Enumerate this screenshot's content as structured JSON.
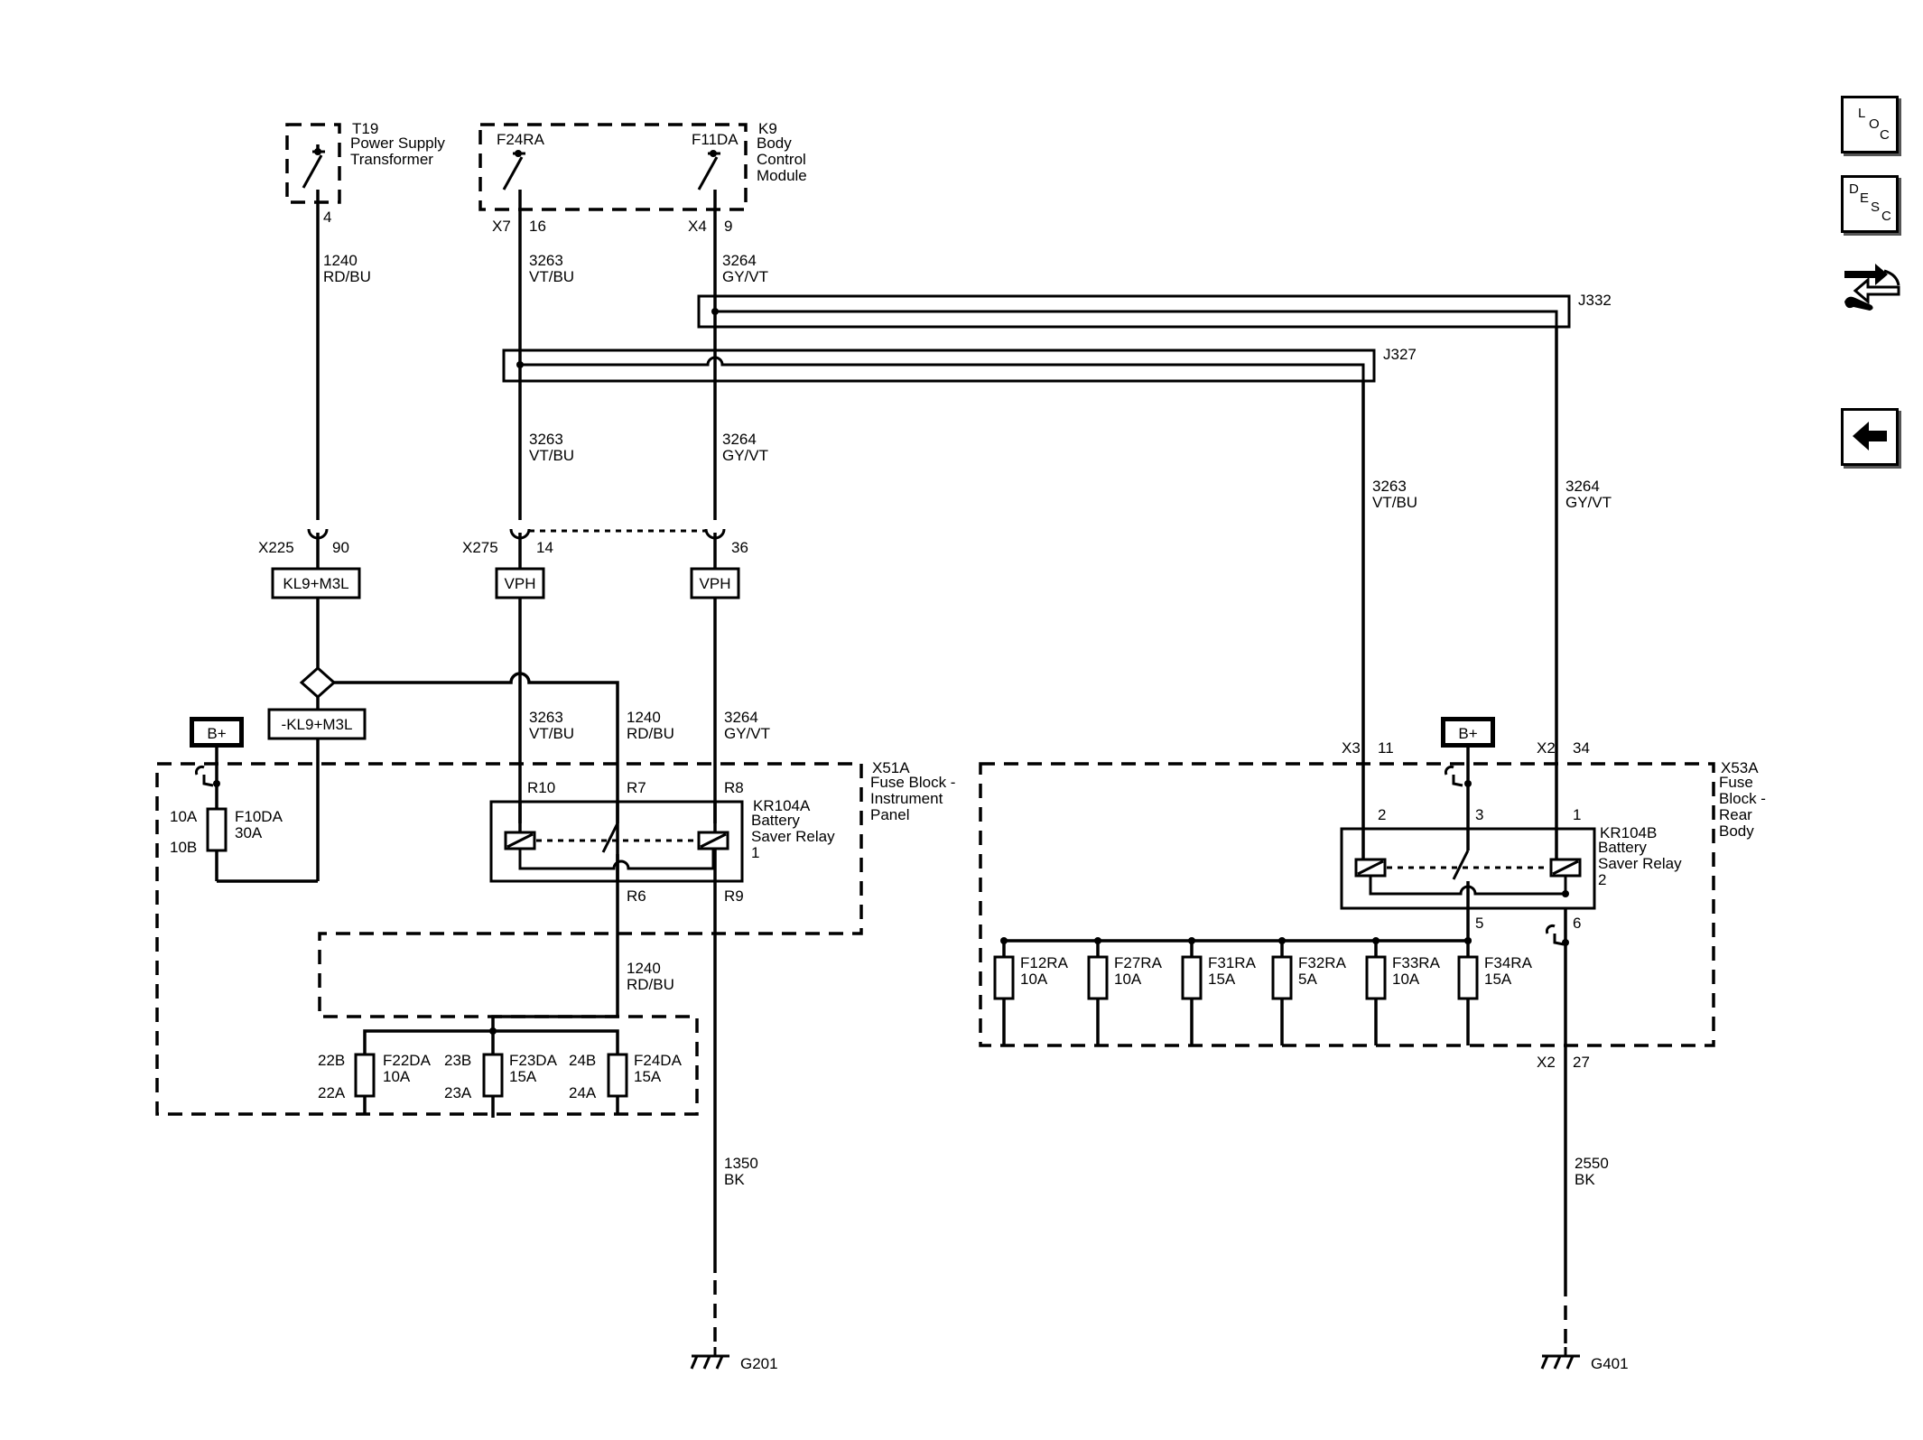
{
  "components": {
    "t19": {
      "ref": "T19",
      "name": "Power Supply Transformer",
      "pin": "4"
    },
    "k9": {
      "ref": "K9",
      "name": "Body Control Module",
      "switch1": "F24RA",
      "switch2": "F11DA",
      "conn1": "X7",
      "pin1": "16",
      "conn2": "X4",
      "pin2": "9"
    },
    "x51a": {
      "ref": "X51A",
      "name": "Fuse Block - Instrument Panel"
    },
    "x53a": {
      "ref": "X53A",
      "name": "Fuse Block - Rear Body"
    },
    "kr104a": {
      "ref": "KR104A",
      "name": "Battery Saver Relay 1",
      "pins": [
        "R10",
        "R7",
        "R8",
        "R6",
        "R9"
      ]
    },
    "kr104b": {
      "ref": "KR104B",
      "name": "Battery Saver Relay 2",
      "pins": [
        "2",
        "3",
        "1",
        "5",
        "6"
      ]
    }
  },
  "wires": {
    "w1240": {
      "num": "1240",
      "color": "RD/BU"
    },
    "w3263": {
      "num": "3263",
      "color": "VT/BU"
    },
    "w3264": {
      "num": "3264",
      "color": "GY/VT"
    },
    "w1350": {
      "num": "1350",
      "color": "BK"
    },
    "w2550": {
      "num": "2550",
      "color": "BK"
    }
  },
  "splices": {
    "j332": "J332",
    "j327": "J327"
  },
  "connectors": {
    "x225": "X225",
    "x225_pin": "90",
    "x275": "X275",
    "x275_pin1": "14",
    "x275_pin2": "36",
    "x3": "X3",
    "x3_pin": "11",
    "x2": "X2",
    "x2_pin1": "34",
    "x2_pin2": "27"
  },
  "labels": {
    "kl9": "KL9+M3L",
    "nkl9": "-KL9+M3L",
    "vph": "VPH",
    "bplus": "B+"
  },
  "fuses_ip": {
    "f10da": {
      "name": "F10DA",
      "rating": "30A",
      "pin_in": "10A",
      "pin_out": "10B"
    },
    "f22da": {
      "name": "F22DA",
      "rating": "10A",
      "pin_top": "22B",
      "pin_bot": "22A"
    },
    "f23da": {
      "name": "F23DA",
      "rating": "15A",
      "pin_top": "23B",
      "pin_bot": "23A"
    },
    "f24da": {
      "name": "F24DA",
      "rating": "15A",
      "pin_top": "24B",
      "pin_bot": "24A"
    }
  },
  "fuses_rear": [
    {
      "name": "F12RA",
      "rating": "10A"
    },
    {
      "name": "F27RA",
      "rating": "10A"
    },
    {
      "name": "F31RA",
      "rating": "15A"
    },
    {
      "name": "F32RA",
      "rating": "5A"
    },
    {
      "name": "F33RA",
      "rating": "10A"
    },
    {
      "name": "F34RA",
      "rating": "15A"
    }
  ],
  "grounds": {
    "g201": "G201",
    "g401": "G401"
  },
  "sidebar": {
    "loc": [
      "L",
      "O",
      "C"
    ],
    "desc": [
      "D",
      "E",
      "S",
      "C"
    ]
  }
}
